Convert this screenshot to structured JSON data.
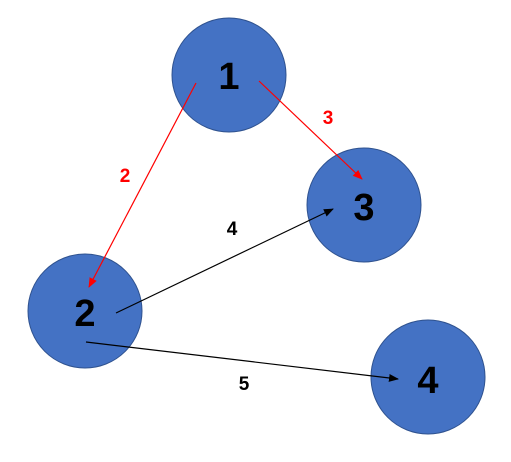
{
  "diagram": {
    "nodes": [
      {
        "id": "1",
        "label": "1"
      },
      {
        "id": "2",
        "label": "2"
      },
      {
        "id": "3",
        "label": "3"
      },
      {
        "id": "4",
        "label": "4"
      }
    ],
    "edges": [
      {
        "from": "1",
        "to": "2",
        "weight": "2",
        "color": "#ff0000"
      },
      {
        "from": "1",
        "to": "3",
        "weight": "3",
        "color": "#ff0000"
      },
      {
        "from": "2",
        "to": "3",
        "weight": "4",
        "color": "#000000"
      },
      {
        "from": "2",
        "to": "4",
        "weight": "5",
        "color": "#000000"
      }
    ],
    "colors": {
      "node_fill": "#4472c4",
      "node_stroke": "#2f528f",
      "highlight_edge": "#ff0000",
      "normal_edge": "#000000"
    }
  }
}
